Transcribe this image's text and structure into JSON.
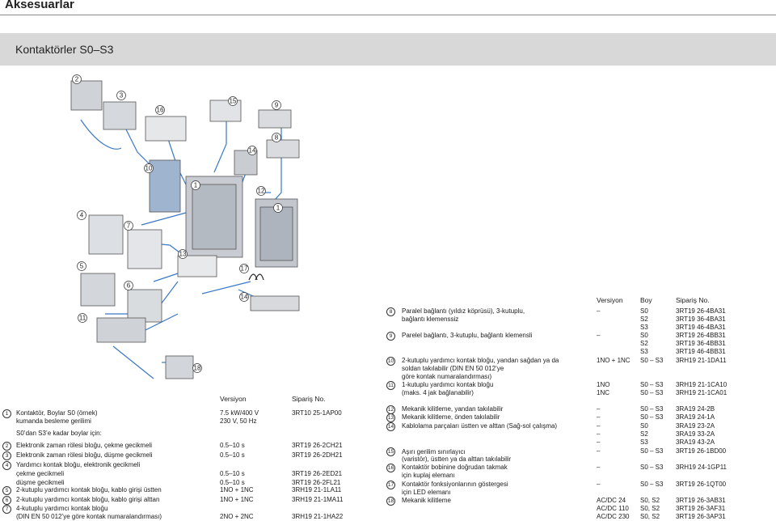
{
  "page_title": "Aksesuarlar",
  "section_title": "Kontaktörler S0–S3",
  "illustration": {
    "callouts": [
      "2",
      "3",
      "16",
      "15",
      "9",
      "8",
      "14",
      "10",
      "1",
      "12",
      "1",
      "4",
      "7",
      "13",
      "5",
      "17",
      "6",
      "14",
      "11",
      "18"
    ]
  },
  "left_table": {
    "headers": {
      "version": "Versiyon",
      "order_no": "Sipariş No."
    },
    "rows": [
      {
        "num": "1",
        "desc": [
          "Kontaktör, Boylar S0 (örnek)",
          "kumanda besleme gerilimi"
        ],
        "version": [
          "7.5 kW/400 V",
          "230 V, 50 Hz"
        ],
        "order": [
          "3RT10 25-1AP00"
        ]
      },
      {
        "num": "",
        "desc": [
          "S0’dan S3’e kadar boylar için:"
        ],
        "version": [],
        "order": []
      },
      {
        "num": "2",
        "desc": [
          "Elektronik zaman rölesi bloğu, çekme gecikmeli"
        ],
        "version": [
          "0.5–10 s"
        ],
        "order": [
          "3RT19 26-2CH21"
        ]
      },
      {
        "num": "3",
        "desc": [
          "Elektronik zaman rölesi bloğu, düşme gecikmeli"
        ],
        "version": [
          "0.5–10 s"
        ],
        "order": [
          "3RT19 26-2DH21"
        ]
      },
      {
        "num": "4",
        "desc": [
          "Yardımcı kontak bloğu, elektronik gecikmeli",
          "çekme gecikmeli",
          "düşme gecikmeli"
        ],
        "version": [
          "",
          "0.5–10 s",
          "0.5–10 s"
        ],
        "order": [
          "",
          "3RT19 26-2ED21",
          "3RT19 26-2FL21"
        ]
      },
      {
        "num": "5",
        "desc": [
          "2-kutuplu yardımcı kontak bloğu, kablo girişi üstten"
        ],
        "version": [
          "1NO + 1NC"
        ],
        "order": [
          "3RH19 21-1LA11"
        ]
      },
      {
        "num": "6",
        "desc": [
          "2-kutuplu yardımcı kontak bloğu, kablo girişi alttan"
        ],
        "version": [
          "1NO + 1NC"
        ],
        "order": [
          "3RH19 21-1MA11"
        ]
      },
      {
        "num": "7",
        "desc": [
          "4-kutuplu yardımcı kontak bloğu",
          "(DIN EN 50 012’ye göre kontak numaralandırması)"
        ],
        "version": [
          "",
          "2NO + 2NC"
        ],
        "order": [
          "",
          "3RH19 21-1HA22"
        ]
      }
    ]
  },
  "right_table": {
    "headers": {
      "version": "Versiyon",
      "size": "Boy",
      "order_no": "Sipariş No."
    },
    "rows": [
      {
        "num": "8",
        "desc": [
          "Paralel bağlantı (yıldız köprüsü), 3-kutuplu,",
          "bağlantı klemenssiz",
          ""
        ],
        "version": [
          "–",
          "",
          ""
        ],
        "size": [
          "S0",
          "S2",
          "S3"
        ],
        "order": [
          "3RT19 26-4BA31",
          "3RT19 36-4BA31",
          "3RT19 46-4BA31"
        ]
      },
      {
        "num": "9",
        "desc": [
          "Parelel bağlantı, 3-kutuplu, bağlantı klemensli",
          "",
          ""
        ],
        "version": [
          "–",
          "",
          ""
        ],
        "size": [
          "S0",
          "S2",
          "S3"
        ],
        "order": [
          "3RT19 26-4BB31",
          "3RT19 36-4BB31",
          "3RT19 46-4BB31"
        ]
      },
      {
        "num": "10",
        "desc": [
          "2-kutuplu yardımcı kontak bloğu, yandan sağdan ya da",
          "soldan takılabilir (DIN EN 50 012’ye",
          "göre kontak numaralandırması)"
        ],
        "version": [
          "1NO + 1NC",
          "",
          ""
        ],
        "size": [
          "S0 – S3",
          "",
          ""
        ],
        "order": [
          "3RH19 21-1DA11",
          "",
          ""
        ]
      },
      {
        "num": "11",
        "desc": [
          "1-kutuplu yardımcı kontak bloğu",
          "(maks. 4 jak bağlanabilir)"
        ],
        "version": [
          "1NO",
          "1NC"
        ],
        "size": [
          "S0 – S3",
          "S0 – S3"
        ],
        "order": [
          "3RH19 21-1CA10",
          "3RH19 21-1CA01"
        ]
      },
      {
        "num": "12",
        "desc": [
          "Mekanik kilitleme, yandan takılabilir"
        ],
        "version": [
          "–"
        ],
        "size": [
          "S0 – S3"
        ],
        "order": [
          "3RA19 24-2B"
        ]
      },
      {
        "num": "13",
        "desc": [
          "Mekanik kilitleme, önden takılabilir"
        ],
        "version": [
          "–"
        ],
        "size": [
          "S0 – S3"
        ],
        "order": [
          "3RA19 24-1A"
        ]
      },
      {
        "num": "14",
        "desc": [
          "Kablolama parçaları üstten ve alttan (Sağ-sol çalışma)",
          "",
          ""
        ],
        "version": [
          "–",
          "–",
          "–"
        ],
        "size": [
          "S0",
          "S2",
          "S3"
        ],
        "order": [
          "3RA19 23-2A",
          "3RA19 33-2A",
          "3RA19 43-2A"
        ]
      },
      {
        "num": "15",
        "desc": [
          "Aşırı gerilim sınırlayıcı",
          "(varistör), üstten ya da alttan takılabilir"
        ],
        "version": [
          "–",
          ""
        ],
        "size": [
          "S0 – S3",
          ""
        ],
        "order": [
          "3RT19 26-1BD00",
          ""
        ]
      },
      {
        "num": "16",
        "desc": [
          "Kontaktör bobinine doğrudan takmak",
          "için kuplaj elemanı"
        ],
        "version": [
          "–",
          ""
        ],
        "size": [
          "S0 – S3",
          ""
        ],
        "order": [
          "3RH19 24-1GP11",
          ""
        ]
      },
      {
        "num": "17",
        "desc": [
          "Kontaktör fonksiyonlarının göstergesi",
          "için LED elemanı"
        ],
        "version": [
          "–",
          ""
        ],
        "size": [
          "S0 – S3",
          ""
        ],
        "order": [
          "3RT19 26-1QT00",
          ""
        ]
      },
      {
        "num": "18",
        "desc": [
          "Mekanik kilitleme",
          "",
          ""
        ],
        "version": [
          "AC/DC 24",
          "AC/DC 110",
          "AC/DC 230"
        ],
        "size": [
          "S0, S2",
          "S0, S2",
          "S0, S2"
        ],
        "order": [
          "3RT19 26-3AB31",
          "3RT19 26-3AF31",
          "3RT19 26-3AP31"
        ]
      }
    ]
  }
}
